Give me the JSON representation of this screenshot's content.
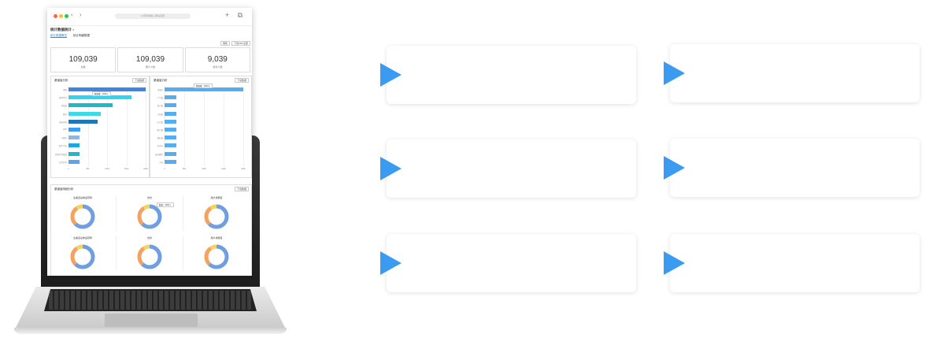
{
  "browser": {
    "address_placeholder": "Q 搜索或输入网址名称",
    "nav": "‹ ›",
    "actions": "+ ⧉"
  },
  "app": {
    "title": "统计数据统计",
    "tab_close": "×",
    "subtabs": [
      "统计数据概览",
      "统计明细数据"
    ],
    "top_buttons": [
      "刷新",
      "下载PDF全部"
    ]
  },
  "stats": [
    {
      "value": "109,039",
      "label": "总数"
    },
    {
      "value": "109,039",
      "label": "累计人数"
    },
    {
      "value": "9,039",
      "label": "新增人数"
    }
  ],
  "panels": {
    "left": {
      "title": "渠道量分析",
      "button": "下载数据",
      "tooltip": "数据量：2000人"
    },
    "right": {
      "title": "渠道量分析",
      "button": "下载数据",
      "tooltip": "数据量：2000人"
    },
    "bottom": {
      "title": "渠道量明细分析",
      "button": "下载数据",
      "tooltip": "数据：2000人"
    }
  },
  "left_chart": {
    "categories": [
      "中国",
      "其他平台",
      "全渠道",
      "微信",
      "海外市场",
      "APP",
      "小程序",
      "线下门店",
      "其他合作渠道",
      "合作伙伴"
    ],
    "values": [
      2000,
      1640,
      1150,
      830,
      760,
      310,
      290,
      290,
      290,
      290
    ],
    "colors": [
      "#3f86e0",
      "#30d5f0",
      "#21b8c4",
      "#3ddbe6",
      "#1e78b8",
      "#3a9ef0",
      "#93b6d6",
      "#1ea7d9",
      "#22b6c8",
      "#5aa5e8"
    ],
    "ticks": [
      "0",
      "500",
      "1000",
      "1500",
      "2000"
    ]
  },
  "right_chart": {
    "categories": [
      "渠道A",
      "广东省",
      "浙江省",
      "江苏省",
      "山东省",
      "四川省",
      "湖北省",
      "北京市",
      "海外省区",
      "上海"
    ],
    "values": [
      2000,
      300,
      300,
      300,
      300,
      300,
      300,
      300,
      300,
      300
    ],
    "color": "#55aef0",
    "ticks": [
      "0",
      "500",
      "1000",
      "1500",
      "2000"
    ]
  },
  "donuts": [
    {
      "title": "全渠道总体运营率"
    },
    {
      "title": "省份"
    },
    {
      "title": "用户满意度"
    },
    {
      "title": "全渠道总体运营率"
    },
    {
      "title": "省份"
    },
    {
      "title": "用户满意度"
    }
  ],
  "cards": [
    {
      "id": "card-1"
    },
    {
      "id": "card-2"
    },
    {
      "id": "card-3"
    },
    {
      "id": "card-4"
    },
    {
      "id": "card-5"
    },
    {
      "id": "card-6"
    }
  ],
  "colors": {
    "accent": "#3a9bf0",
    "donut_blue": "#6f9fe0",
    "donut_orange": "#f4a261",
    "donut_yellow": "#f4d35e"
  }
}
